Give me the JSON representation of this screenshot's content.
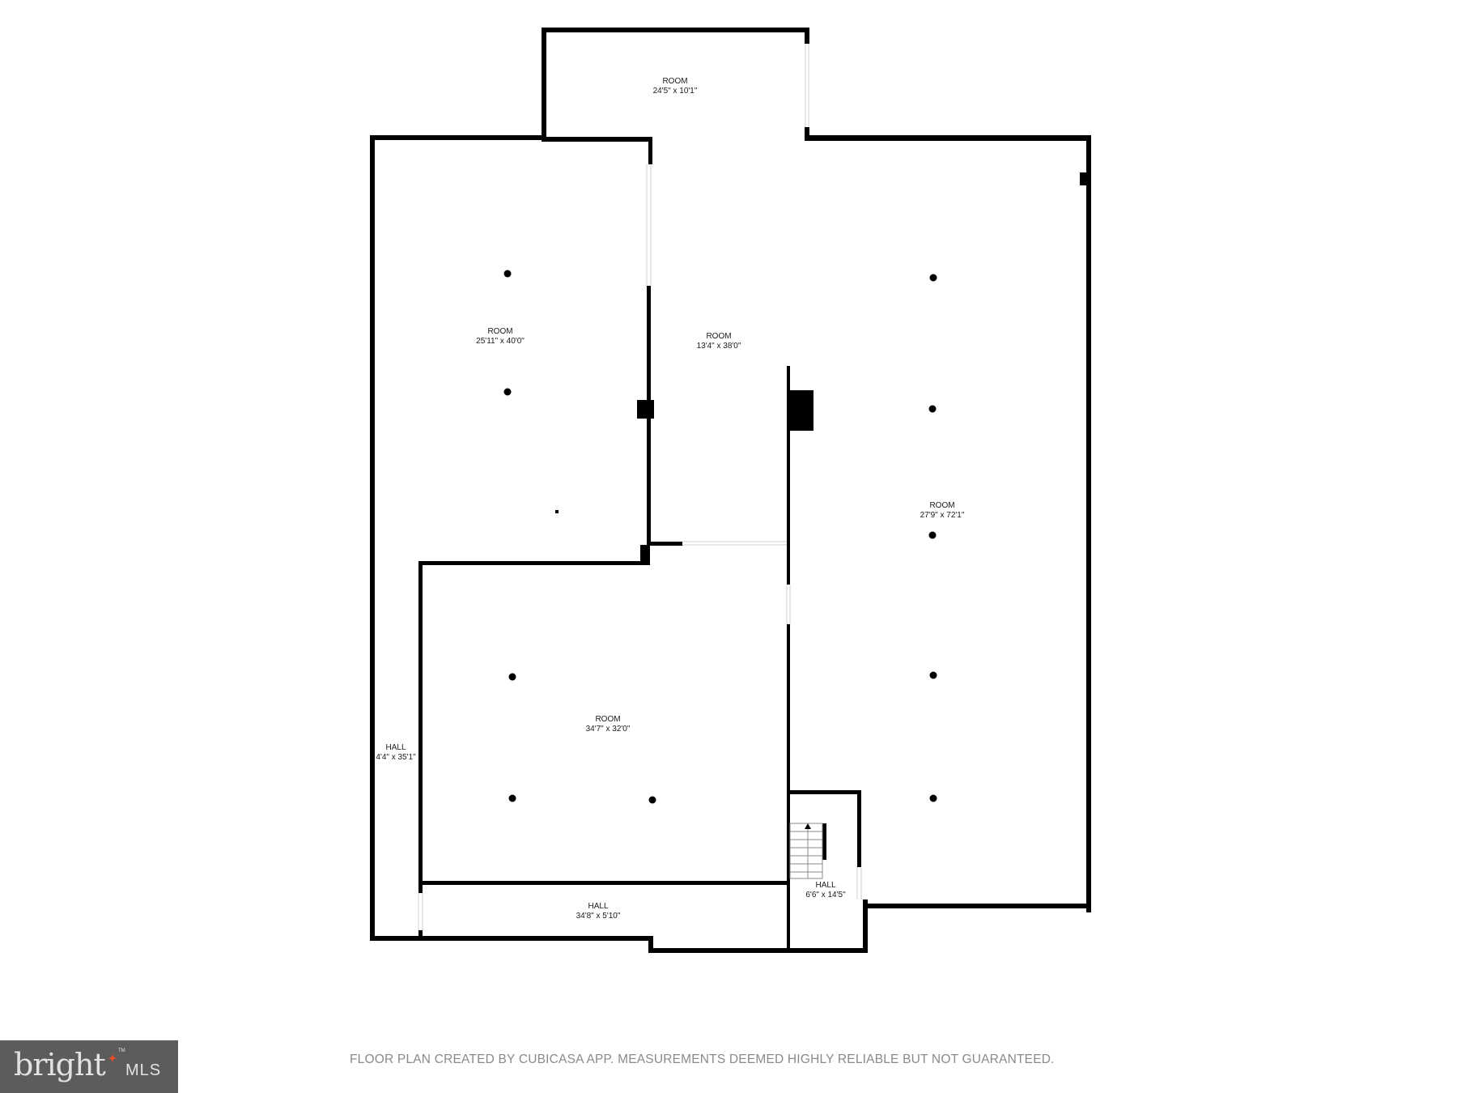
{
  "floor_plan": {
    "rooms": [
      {
        "id": "top-room",
        "name": "ROOM",
        "dims": "24'5\" x 10'1\""
      },
      {
        "id": "left-room",
        "name": "ROOM",
        "dims": "25'11\" x 40'0\""
      },
      {
        "id": "center-room",
        "name": "ROOM",
        "dims": "13'4\" x 38'0\""
      },
      {
        "id": "right-room",
        "name": "ROOM",
        "dims": "27'9\" x 72'1\""
      },
      {
        "id": "lower-room",
        "name": "ROOM",
        "dims": "34'7\" x 32'0\""
      },
      {
        "id": "left-hall",
        "name": "HALL",
        "dims": "4'4\" x 35'1\""
      },
      {
        "id": "bottom-hall",
        "name": "HALL",
        "dims": "34'8\" x 5'10\""
      },
      {
        "id": "stair-hall",
        "name": "HALL",
        "dims": "6'6\" x 14'5\""
      }
    ],
    "wall_color": "#000000",
    "background_color": "#ffffff",
    "light_fixture_count": 12
  },
  "footer": {
    "disclaimer": "FLOOR PLAN CREATED BY CUBICASA APP. MEASUREMENTS DEEMED HIGHLY RELIABLE BUT NOT GUARANTEED."
  },
  "logo": {
    "brand": "bright",
    "suffix": "MLS",
    "trademark": "TM",
    "background_color": "#5c5c5c",
    "accent_color": "#e0502a"
  }
}
